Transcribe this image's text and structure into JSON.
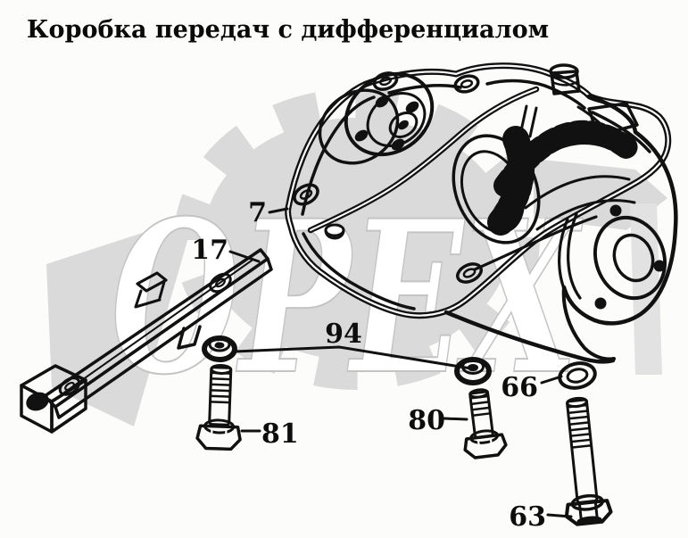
{
  "title": "Коробка передач с дифференциалом",
  "watermark_text": "ОРЕХ",
  "callouts": [
    {
      "label": "7"
    },
    {
      "label": "17"
    },
    {
      "label": "94"
    },
    {
      "label": "66"
    },
    {
      "label": "80"
    },
    {
      "label": "81"
    },
    {
      "label": "63"
    }
  ],
  "colors": {
    "line": "#111111",
    "watermark": "#dadada",
    "background": "#fcfcfa"
  }
}
